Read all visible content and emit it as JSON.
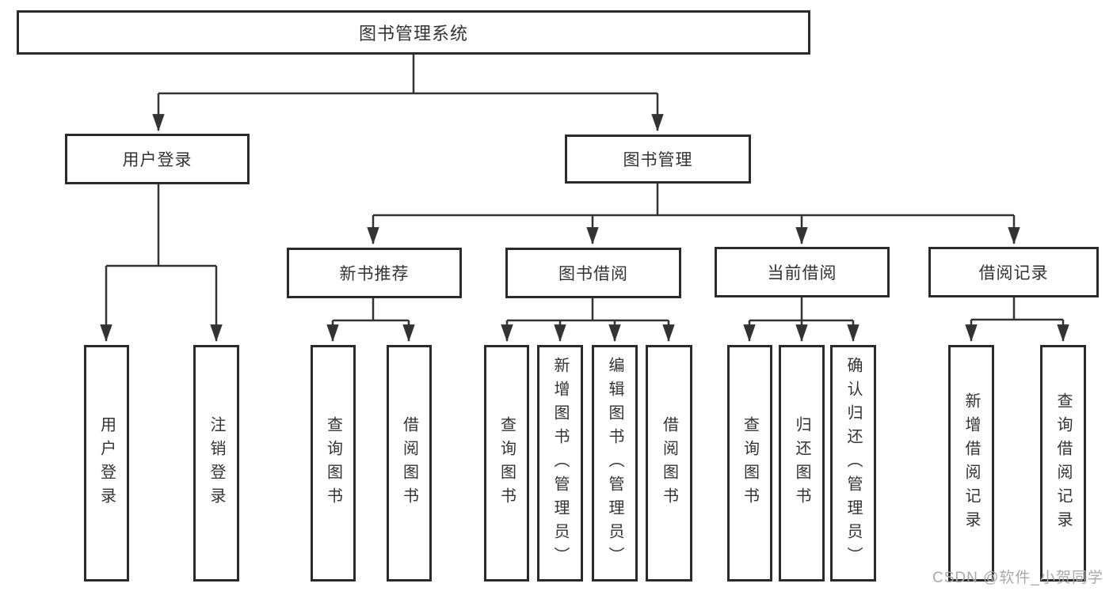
{
  "diagram": {
    "root": {
      "label": "图书管理系统"
    },
    "level2": [
      {
        "label": "用户登录"
      },
      {
        "label": "图书管理"
      }
    ],
    "level3": [
      {
        "label": "新书推荐"
      },
      {
        "label": "图书借阅"
      },
      {
        "label": "当前借阅"
      },
      {
        "label": "借阅记录"
      }
    ],
    "leaves": {
      "login": [
        {
          "label": "用户登录"
        },
        {
          "label": "注销登录"
        }
      ],
      "recommend": [
        {
          "label": "查询图书"
        },
        {
          "label": "借阅图书"
        }
      ],
      "borrow": [
        {
          "label": "查询图书"
        },
        {
          "label": "新增图书（管理员）"
        },
        {
          "label": "编辑图书（管理员）"
        },
        {
          "label": "借阅图书"
        }
      ],
      "current": [
        {
          "label": "查询图书"
        },
        {
          "label": "归还图书"
        },
        {
          "label": "确认归还（管理员）"
        }
      ],
      "records": [
        {
          "label": "新增借阅记录"
        },
        {
          "label": "查询借阅记录"
        }
      ]
    },
    "colors": {
      "line": "#333333",
      "box_border": "#2b2b2b",
      "text": "#333333",
      "watermark_text": "#a9a9a9",
      "background": "#ffffff"
    }
  },
  "watermark": {
    "text": "CSDN @软件_小贺同学"
  }
}
